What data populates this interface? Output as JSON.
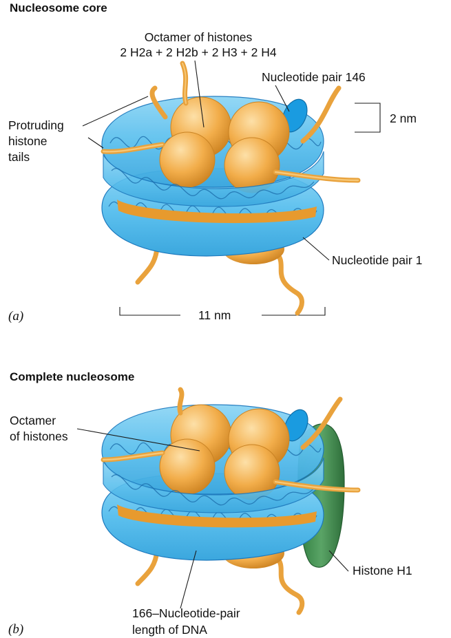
{
  "colors": {
    "dna": "#5cc0ee",
    "dna_dark": "#1c78bd",
    "histone": "#f0a840",
    "histone_dark": "#c97f1e",
    "h1": "#3e8d4e"
  },
  "panel_a": {
    "title": "Nucleosome core",
    "octamer_label_line1": "Octamer of histones",
    "octamer_label_line2": "2 H2a + 2 H2b + 2 H3 + 2 H4",
    "nucleotide_146": "Nucleotide pair 146",
    "width_2nm": "2 nm",
    "tails_line1": "Protruding",
    "tails_line2": "histone",
    "tails_line3": "tails",
    "nucleotide_1": "Nucleotide pair 1",
    "panel_letter": "(a)",
    "width_11nm": "11 nm"
  },
  "panel_b": {
    "title": "Complete nucleosome",
    "octamer_line1": "Octamer",
    "octamer_line2": "of histones",
    "histone_h1": "Histone H1",
    "dna_length_line1": "166–Nucleotide-pair",
    "dna_length_line2": "length of DNA",
    "panel_letter": "(b)"
  }
}
